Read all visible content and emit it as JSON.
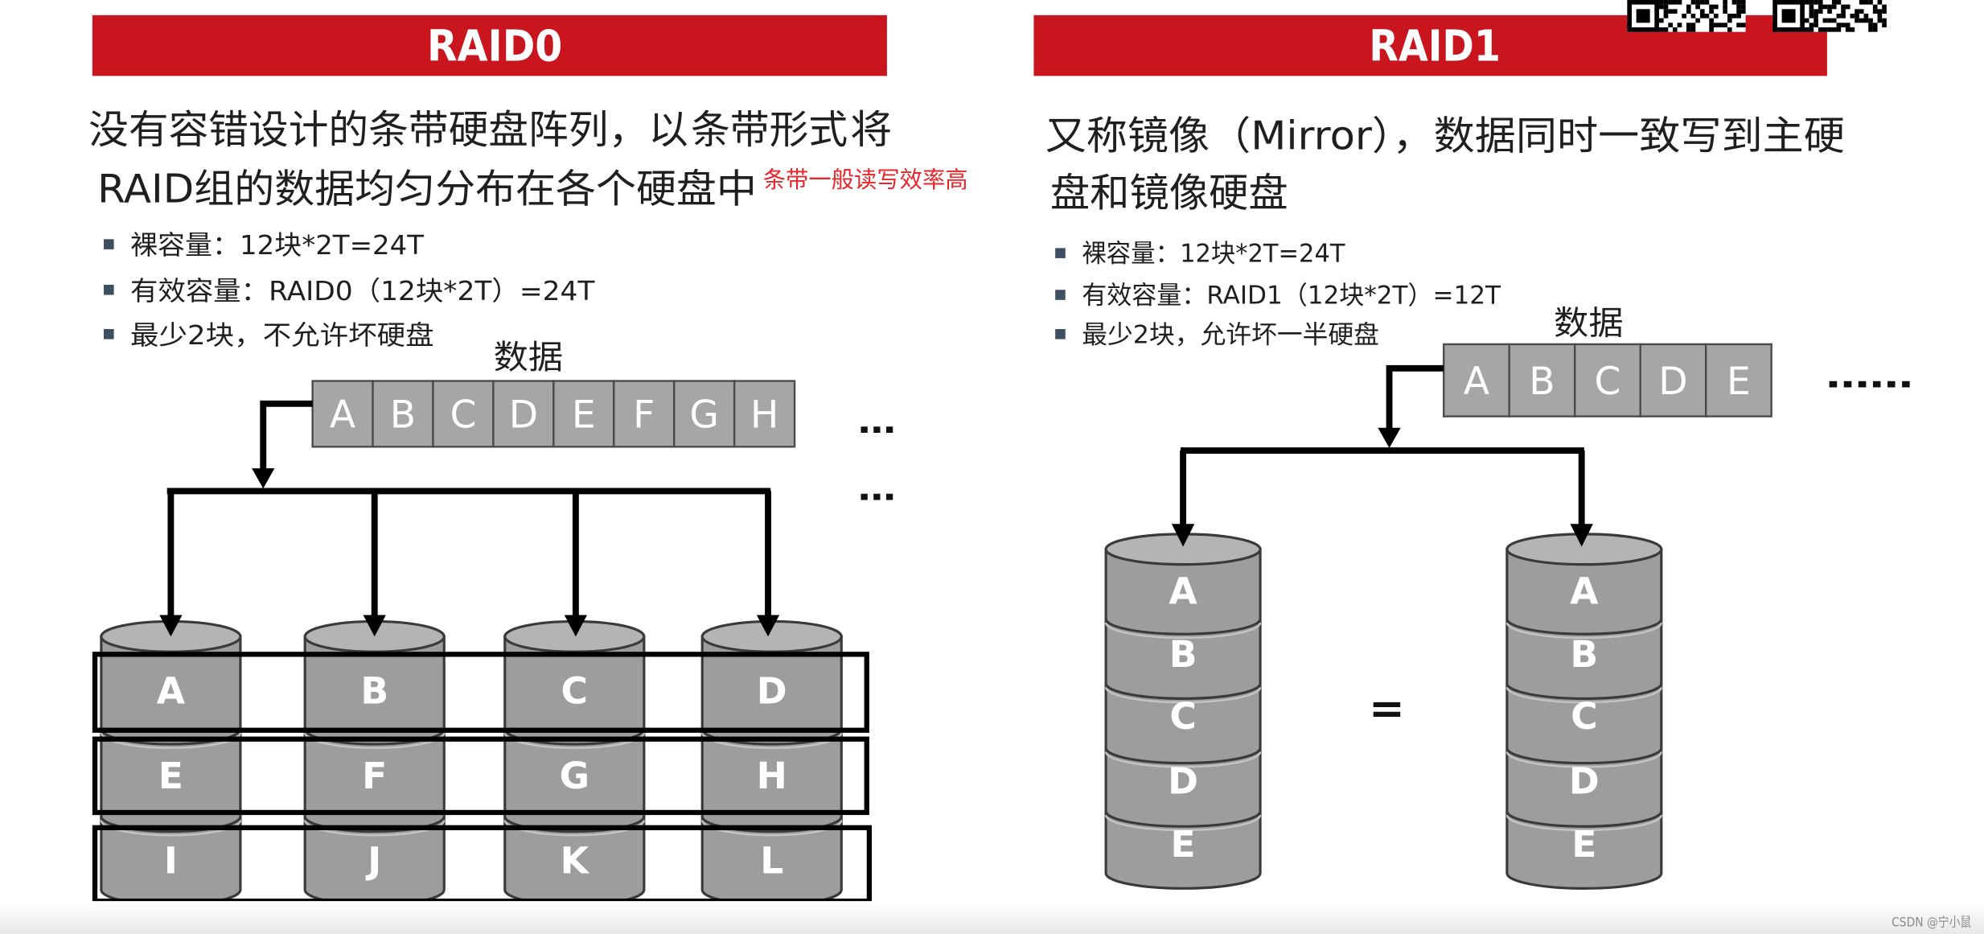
{
  "raid0": {
    "title": "RAID0",
    "description": {
      "line1_before": "没有容错设计的条带硬盘阵列，以",
      "line1_highlight": "条带形式",
      "line1_after": "将",
      "line2": "RAID组的数据均匀分布在各个硬盘中",
      "note": "条带一般读写效率高"
    },
    "bullets": [
      "裸容量：12块*2T=24T",
      "有效容量：RAID0（12块*2T）=24T",
      "最少2块，不允许坏硬盘"
    ],
    "data_label": "数据",
    "data_blocks": [
      "A",
      "B",
      "C",
      "D",
      "E",
      "F",
      "G",
      "H"
    ],
    "ellipsis": [
      "…",
      "…"
    ],
    "disks": [
      [
        "A",
        "E",
        "I"
      ],
      [
        "B",
        "F",
        "J"
      ],
      [
        "C",
        "G",
        "K"
      ],
      [
        "D",
        "H",
        "L"
      ]
    ]
  },
  "raid1": {
    "title": "RAID1",
    "description": {
      "line1": "又称镜像（Mirror），数据同时一致写到主硬",
      "line2": "盘和镜像硬盘"
    },
    "bullets": [
      "裸容量：12块*2T=24T",
      "有效容量：RAID1（12块*2T）=12T",
      "最少2块，允许坏一半硬盘"
    ],
    "data_label": "数据",
    "data_blocks": [
      "A",
      "B",
      "C",
      "D",
      "E"
    ],
    "ellipsis": "……",
    "equals": "=",
    "disks": [
      [
        "A",
        "B",
        "C",
        "D",
        "E"
      ],
      [
        "A",
        "B",
        "C",
        "D",
        "E"
      ]
    ]
  },
  "footer": {
    "watermark": "CSDN @宁小鼠"
  },
  "colors": {
    "title_bar": "#c9151e",
    "highlight_text": "#cf1b1b",
    "note_text": "#e8262b",
    "bullet_marker": "#3d4f61",
    "block_fill": "#a6a6a6",
    "disk_fill": "#9d9d9d",
    "disk_top": "#b4b4b4"
  }
}
